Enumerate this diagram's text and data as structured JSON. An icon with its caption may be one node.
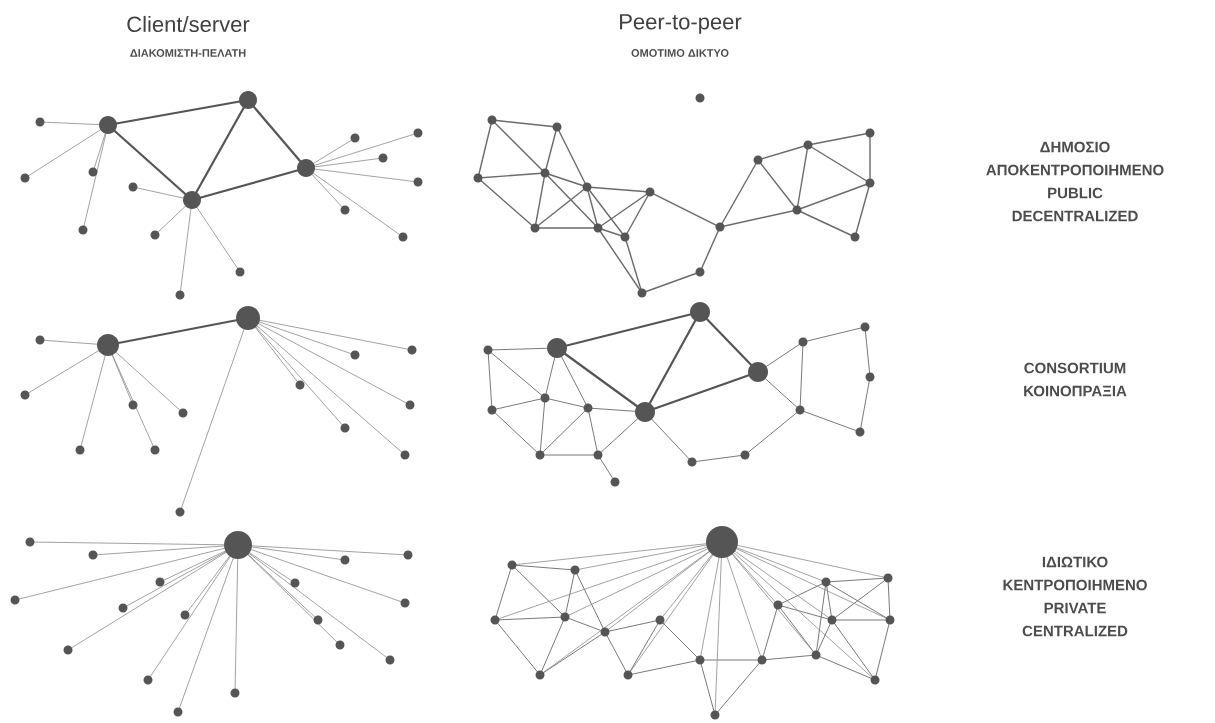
{
  "diagram": {
    "labels": [
      "Client/server",
      "ΔΙΑΚΟΜΙΣΤΗ-ΠΕΛΑΤΗ",
      "Peer-to-peer",
      "ΟΜΟΤΙΜΟ ΔΙΚΤΥΟ",
      "ΔΗΜΟΣΙΟ",
      "ΑΠΟΚΕΝΤΡΟΠΟΙΗΜΕΝΟ",
      "PUBLIC",
      "DECENTRALIZED",
      "CONSORTIUM",
      "ΚΟΙΝΟΠΡΑΞΙΑ",
      "ΙΔΙΩΤΙΚΟ",
      "ΚΕΝΤΡΟΠΟΙΗΜΕΝΟ",
      "PRIVATE",
      "CENTRALIZED"
    ]
  }
}
